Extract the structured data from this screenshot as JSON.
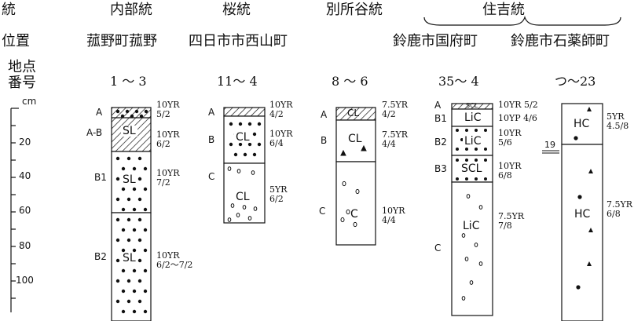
{
  "row_labels": {
    "series": "統",
    "location": "位置",
    "site_number": "地点\n番号"
  },
  "depth_axis": {
    "unit": "cm",
    "ticks": [
      "20",
      "40",
      "60",
      "80",
      "100"
    ]
  },
  "columns": [
    {
      "series": "内部統",
      "location": "菰野町菰野",
      "site": "1 ～ 3",
      "horizons": [
        "A",
        "A-B",
        "B1",
        "B2"
      ],
      "textures": [
        "SL",
        "SL",
        "SL"
      ],
      "munsell": [
        "10YR\n5/2",
        "10YR\n6/2",
        "10YR\n7/2",
        "10YR\n6/2～7/2"
      ]
    },
    {
      "series": "桜統",
      "location": "四日市市西山町",
      "site": "11～ 4",
      "horizons": [
        "A",
        "B",
        "C"
      ],
      "textures": [
        "CL",
        "CL"
      ],
      "munsell": [
        "10YR\n4/2",
        "10YR\n6/4",
        "5YR\n6/2"
      ]
    },
    {
      "series": "別所谷統",
      "location": "",
      "site": "8 ～ 6",
      "horizons": [
        "A",
        "B",
        "C"
      ],
      "textures": [
        "CL",
        "CL",
        "C"
      ],
      "munsell": [
        "7.5YR\n4/2",
        "7.5YR\n4/4",
        "10YR\n4/4"
      ]
    },
    {
      "series": "住吉統",
      "location": "鈴鹿市国府町",
      "site": "35～ 4",
      "horizons": [
        "A",
        "B1",
        "B2",
        "B3",
        "C"
      ],
      "textures": [
        "SCL",
        "LiC",
        "LiC",
        "SCL",
        "LiC"
      ],
      "munsell": [
        "10YR 5/2",
        "10YP 4/6",
        "10YR\n5/6",
        "10YR\n6/8",
        "7.5YR\n7/8"
      ]
    },
    {
      "series": "",
      "location": "鈴鹿市石薬師町",
      "site": "つ～23",
      "horizons": [],
      "textures": [
        "HC",
        "HC"
      ],
      "munsell": [
        "5YR\n4.5/8",
        "7.5YR\n6/8"
      ],
      "side_mark": "19"
    }
  ]
}
